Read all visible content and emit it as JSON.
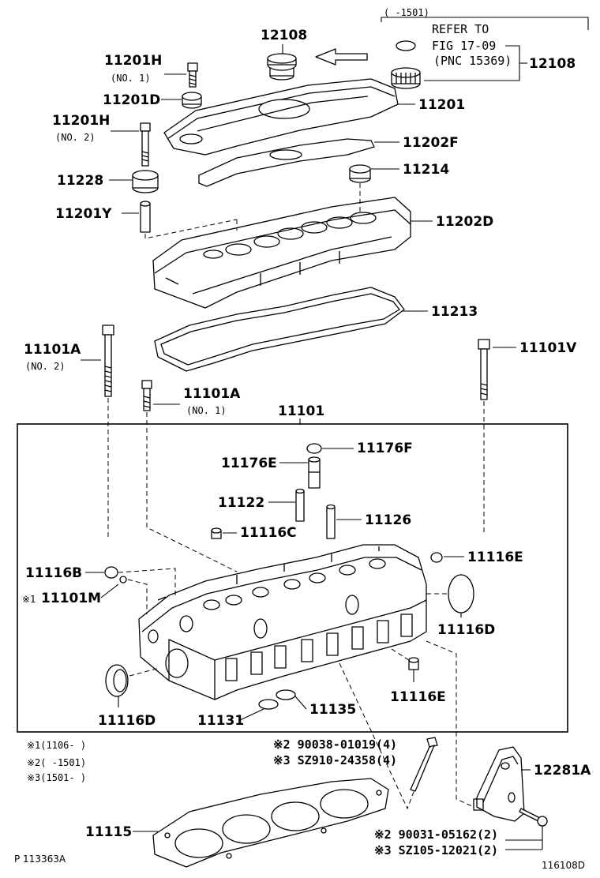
{
  "refer": {
    "range": "(    -1501)",
    "line1": "REFER TO",
    "line2": "FIG 17-09",
    "line3": "(PNC 15369)"
  },
  "labels": {
    "p12108a": "12108",
    "p12108b": "12108",
    "p11201H": "11201H",
    "no1": "(NO. 1)",
    "no2": "(NO. 2)",
    "p11201D": "11201D",
    "p11201": "11201",
    "p11202F": "11202F",
    "p11228": "11228",
    "p11214": "11214",
    "p11201Y": "11201Y",
    "p11202D": "11202D",
    "p11213": "11213",
    "p11101A": "11101A",
    "p11101V": "11101V",
    "p11101": "11101",
    "p11176F": "11176F",
    "p11176E": "11176E",
    "p11122": "11122",
    "p11126": "11126",
    "p11116C": "11116C",
    "p11116B": "11116B",
    "mark1": "※1",
    "p11101M": "11101M",
    "p11116E": "11116E",
    "p11116D": "11116D",
    "p11131": "11131",
    "p11135": "11135",
    "stud_a": "※2 90038-01019(4)",
    "stud_b": "※3 SZ910-24358(4)",
    "p12281A": "12281A",
    "p11115": "11115",
    "bolt_a": "※2 90031-05162(2)",
    "bolt_b": "※3 SZ105-12021(2)"
  },
  "footnotes": [
    "※1(1106-    )",
    "※2(    -1501)",
    "※3(1501-    )"
  ],
  "footer": {
    "left": "P 113363A",
    "right": "116108D"
  }
}
